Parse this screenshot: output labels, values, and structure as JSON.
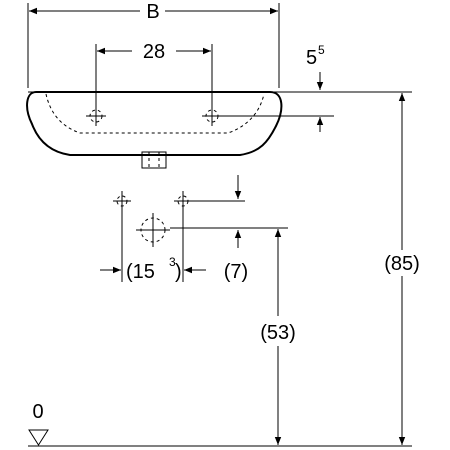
{
  "dimensions": {
    "width_b": "B",
    "tap_spacing": "28",
    "rim_offset_base": "5",
    "rim_offset_sup": "5",
    "total_height": "(85)",
    "waste_height": "(53)",
    "waste_spacing_open": "(15",
    "waste_spacing_sup": "3",
    "waste_spacing_close": ")",
    "waste_offset": "(7)",
    "floor_level": "0"
  }
}
